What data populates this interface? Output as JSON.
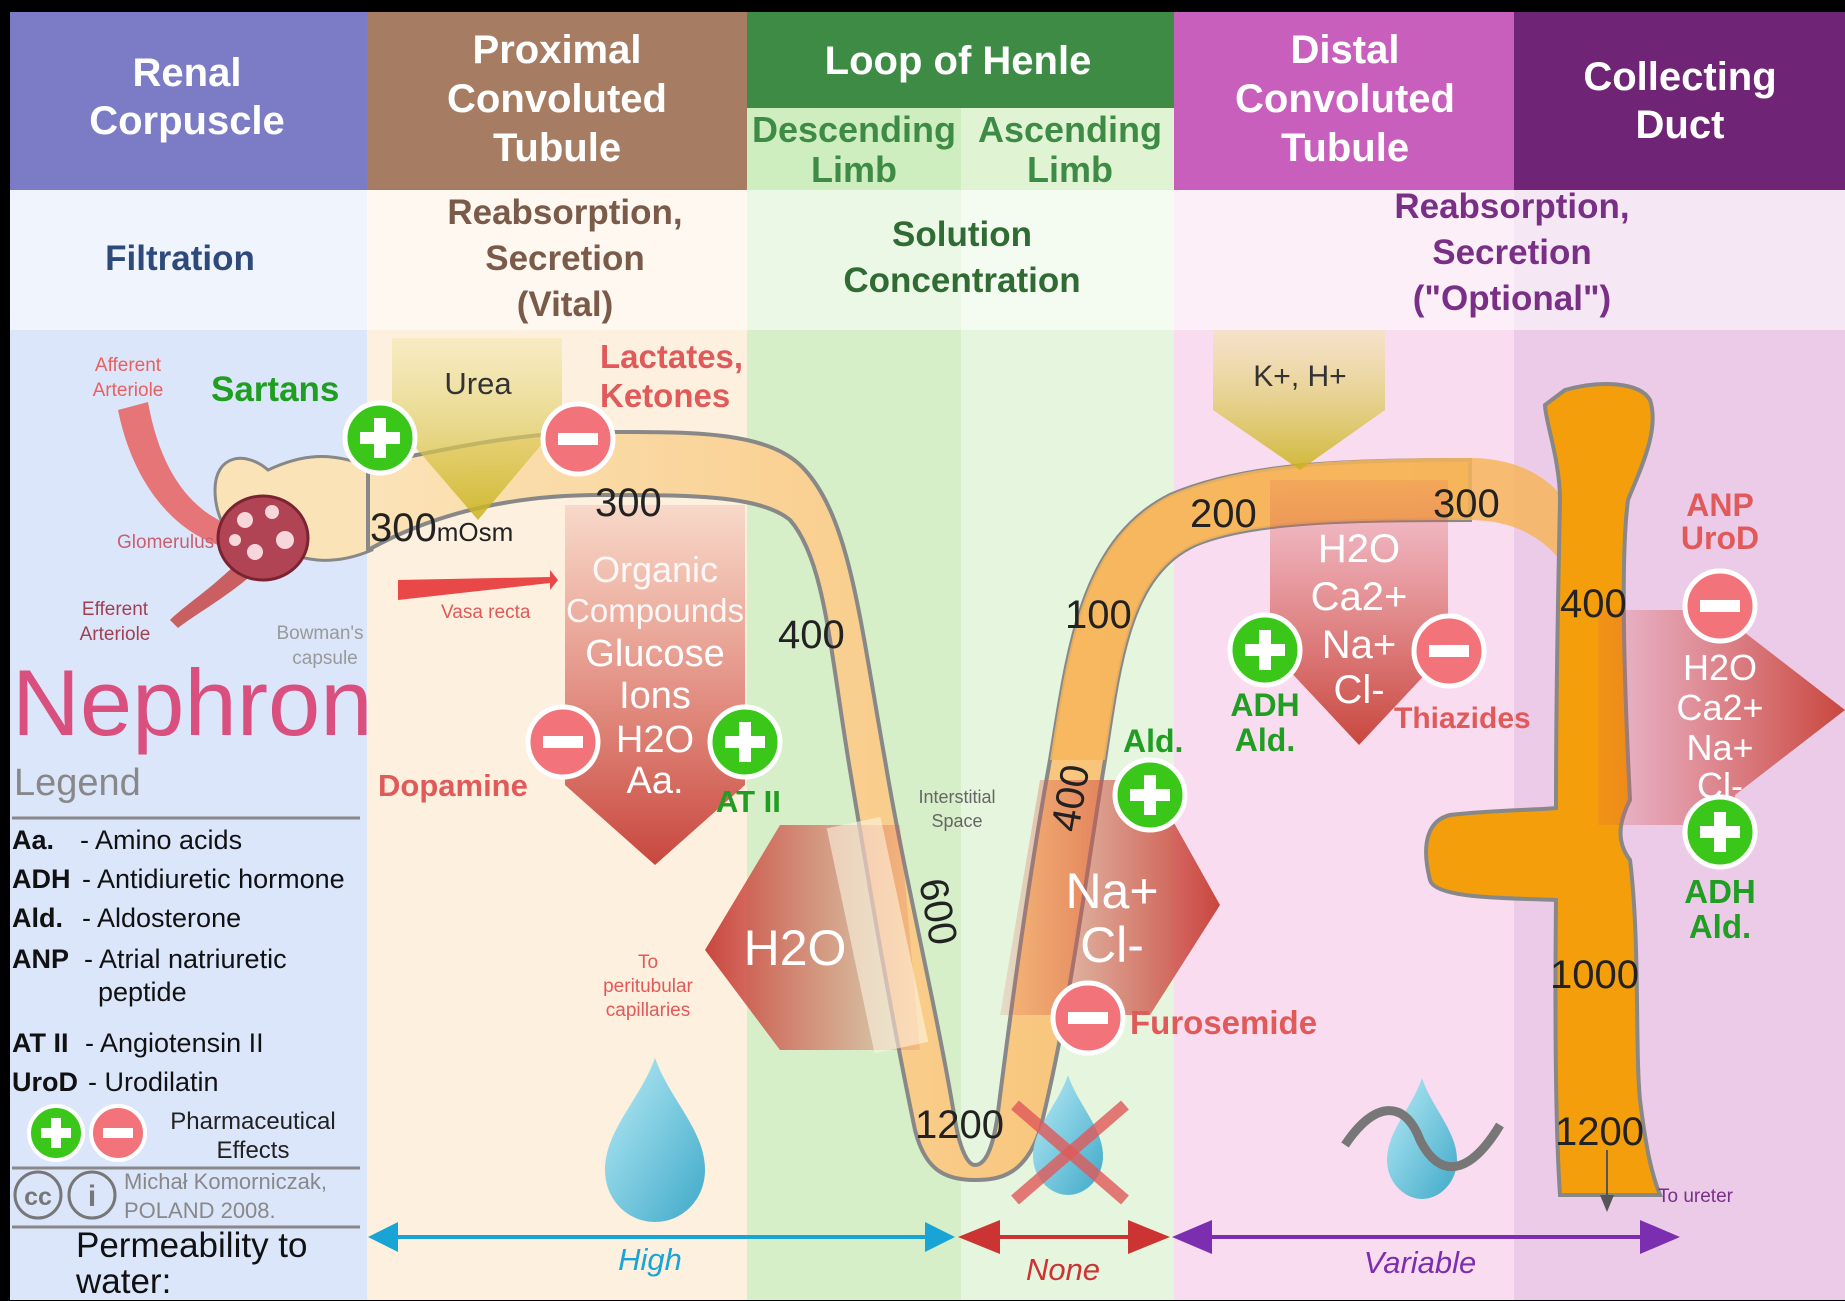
{
  "colors": {
    "renal": "#7b7bc6",
    "proximal": "#a67c63",
    "loop": "#3e8b45",
    "distal": "#c85fbd",
    "collecting": "#6f2475",
    "tubule": "#f7b55a",
    "tubule_dark": "#f59e0b",
    "outline": "#888888",
    "positive": "#3bc71a",
    "negative": "#f2737a",
    "red_text": "#e05a5a",
    "green_text": "#1f9e22",
    "arrow_high": "#18a5d6",
    "arrow_none": "#cc3333",
    "arrow_variable": "#7b2fb0"
  },
  "header": {
    "renal_corpuscle": [
      "Renal",
      "Corpuscle"
    ],
    "proximal": [
      "Proximal",
      "Convoluted",
      "Tubule"
    ],
    "loop": "Loop of Henle",
    "descending": [
      "Descending",
      "Limb"
    ],
    "ascending": [
      "Ascending",
      "Limb"
    ],
    "distal": [
      "Distal",
      "Convoluted",
      "Tubule"
    ],
    "collecting": [
      "Collecting",
      "Duct"
    ]
  },
  "functions": {
    "filtration": "Filtration",
    "proximal": [
      "Reabsorption,",
      "Secretion",
      "(Vital)"
    ],
    "loop": [
      "Solution",
      "Concentration"
    ],
    "distal": [
      "Reabsorption,",
      "Secretion",
      "(\"Optional\")"
    ]
  },
  "anatomy": {
    "afferent": [
      "Afferent",
      "Arteriole"
    ],
    "glomerulus": "Glomerulus",
    "efferent": [
      "Efferent",
      "Arteriole"
    ],
    "bowmans": [
      "Bowman's",
      "capsule"
    ],
    "vasa_recta": "Vasa recta",
    "interstitial": [
      "Interstitial",
      "Space"
    ],
    "peritubular": [
      "To",
      "peritubular",
      "capillaries"
    ],
    "to_ureter": "To ureter"
  },
  "osmolarity": {
    "o300_start": "300",
    "o300_unit": "mOsm",
    "o300_top": "300",
    "o400_desc": "400",
    "o600": "600",
    "o1200_loop": "1200",
    "o400_asc": "400",
    "o100": "100",
    "o200": "200",
    "o300_dct": "300",
    "o400_cd": "400",
    "o1000": "1000",
    "o1200_cd": "1200"
  },
  "substances": {
    "urea": "Urea",
    "lactates": [
      "Lactates,",
      "Ketones"
    ],
    "organic": [
      "Organic",
      "Compounds",
      "Glucose",
      "Ions",
      "H2O",
      "Aa."
    ],
    "h2o_loop": "H2O",
    "nacl_loop": [
      "Na+",
      "Cl-"
    ],
    "k_h": "K+, H+",
    "dct_ions": [
      "H2O",
      "Ca2+",
      "Na+",
      "Cl-"
    ],
    "cd_ions": [
      "H2O",
      "Ca2+",
      "Na+",
      "Cl-"
    ]
  },
  "drugs": {
    "sartans": "Sartans",
    "dopamine": "Dopamine",
    "at2": "AT II",
    "ald_loop": "Ald.",
    "furosemide": "Furosemide",
    "adh_ald_dct": [
      "ADH",
      "Ald."
    ],
    "thiazides": "Thiazides",
    "anp_urod": [
      "ANP",
      "UroD"
    ],
    "adh_ald_cd": [
      "ADH",
      "Ald."
    ]
  },
  "title": "Nephron",
  "legend": {
    "heading": "Legend",
    "items": [
      {
        "abbr": "Aa.",
        "text": "- Amino acids"
      },
      {
        "abbr": "ADH",
        "text": "- Antidiuretic hormone"
      },
      {
        "abbr": "Ald.",
        "text": "- Aldosterone"
      },
      {
        "abbr": "ANP",
        "text": "- Atrial natriuretic"
      },
      {
        "abbr": "",
        "text": "peptide"
      },
      {
        "abbr": "AT II",
        "text": "- Angiotensin II"
      },
      {
        "abbr": "UroD",
        "text": "- Urodilatin"
      }
    ],
    "pharma": [
      "Pharmaceutical",
      "Effects"
    ]
  },
  "credit": [
    "Michał Komorniczak,",
    "POLAND 2008."
  ],
  "credit_icons": {
    "cc": "cc",
    "by": "i"
  },
  "permeability": {
    "label": [
      "Permeability to",
      "water:"
    ],
    "high": "High",
    "none": "None",
    "variable": "Variable"
  }
}
